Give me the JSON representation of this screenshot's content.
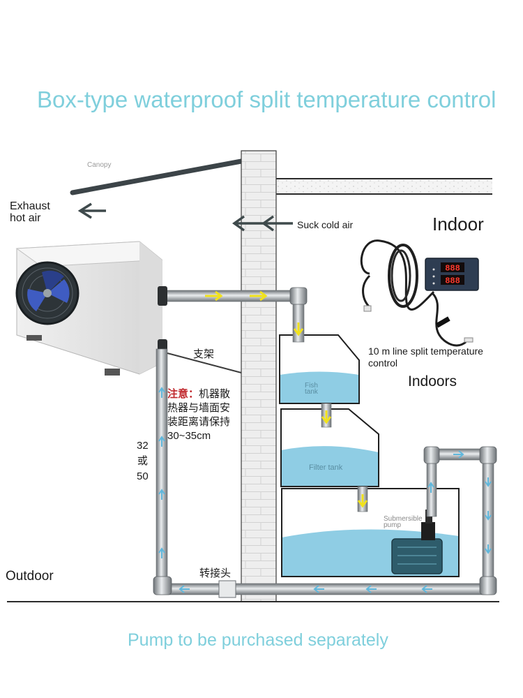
{
  "title": "Box-type waterproof split temperature control",
  "footer": "Pump to be purchased separately",
  "labels": {
    "canopy": "Canopy",
    "exhaust_line1": "Exhaust",
    "exhaust_line2": "hot air",
    "suck_cold_air": "Suck cold air",
    "indoor": "Indoor",
    "indoors": "Indoors",
    "controller_line1": "10 m line split temperature",
    "controller_line2": "control",
    "bracket": "支架",
    "note_head": "注意：",
    "note_line1_rest": "机器散",
    "note_line2": "热器与墙面安",
    "note_line3": "装距离请保持",
    "note_line4": "30~35cm",
    "pipe_size_1": "32",
    "pipe_size_2": "或",
    "pipe_size_3": "50",
    "adapter": "转接头",
    "outdoor": "Outdoor",
    "fish_tank_1": "Fish",
    "fish_tank_2": "tank",
    "filter_tank": "Filter tank",
    "submersible_1": "Submersible",
    "submersible_2": "pump"
  },
  "controller_display": {
    "top": "888",
    "bottom": "888"
  },
  "colors": {
    "title": "#7fcfdc",
    "water": "#8fcde4",
    "flow_arrow": "#f1e21c",
    "return_arrow": "#5fb7dc",
    "note_red": "#c0282d",
    "pipe": "#8d9296"
  }
}
